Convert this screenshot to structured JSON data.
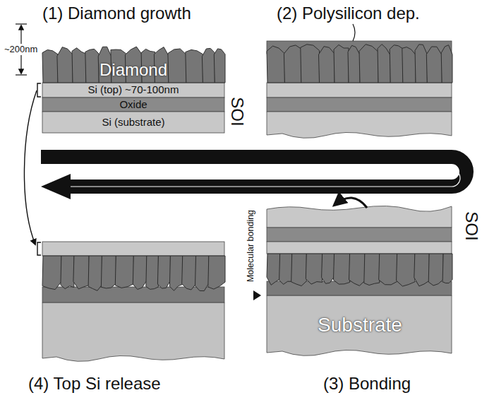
{
  "diagram": {
    "nodes": [
      {
        "text": [
          "Diamond"
        ]
      },
      {
        "text": [
          "Si (top) ~70-100nm"
        ]
      },
      {
        "text": [
          "Oxide"
        ]
      },
      {
        "text": [
          "Si (substrate)"
        ]
      },
      {
        "text": [
          "Substrate"
        ]
      }
    ],
    "labels": [
      "(1) Diamond growth",
      "(2) Polysilicon dep.",
      "(3) Bonding",
      "(4) Top Si release",
      "~200nm",
      "SOI",
      "SOI",
      "Molecular bonding"
    ]
  }
}
